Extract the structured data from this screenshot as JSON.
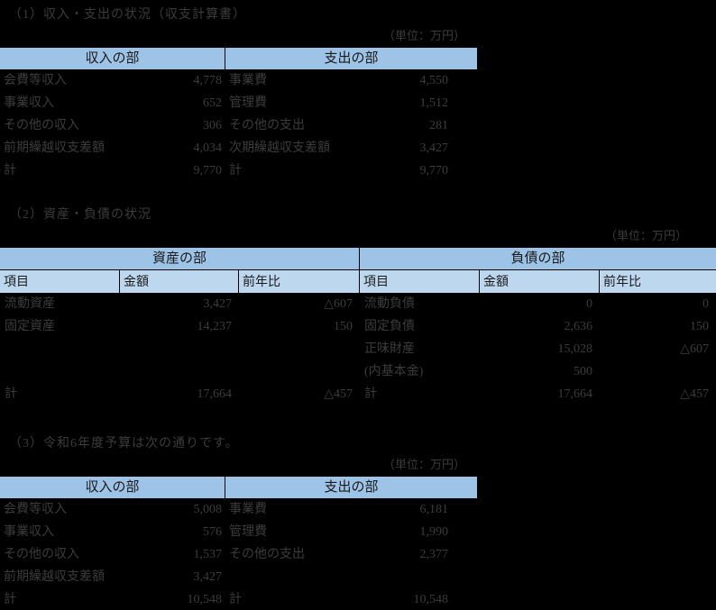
{
  "colors": {
    "background": "#000000",
    "header_blue": "#9dc3e6",
    "subheader_blue": "#bdd7ee",
    "body_text": "#3c3c3c"
  },
  "section1": {
    "title": "（1）収入・支出の状況（収支計算書）",
    "unit": "（単位：万円）",
    "table": {
      "headers": [
        "収入の部",
        "支出の部"
      ],
      "rows": [
        [
          "会費等収入",
          "4,778",
          "事業費",
          "4,550"
        ],
        [
          "事業収入",
          "652",
          "管理費",
          "1,512"
        ],
        [
          "その他の収入",
          "306",
          "その他の支出",
          "281"
        ],
        [
          "前期繰越収支差額",
          "4,034",
          "次期繰越収支差額",
          "3,427"
        ],
        [
          "計",
          "9,770",
          "計",
          "9,770"
        ]
      ]
    }
  },
  "section2": {
    "title": "（2）資産・負債の状況",
    "unit": "（単位：万円）",
    "table": {
      "group_headers": [
        "資産の部",
        "負債の部"
      ],
      "col_headers": [
        "項目",
        "金額",
        "前年比",
        "項目",
        "金額",
        "前年比"
      ],
      "rows": [
        [
          "流動資産",
          "3,427",
          "△607",
          "流動負債",
          "0",
          "0"
        ],
        [
          "固定資産",
          "14,237",
          "150",
          "固定負債",
          "2,636",
          "150"
        ],
        [
          "",
          "",
          "",
          "正味財産",
          "15,028",
          "△607"
        ],
        [
          "",
          "",
          "",
          "(内基本金)",
          "500",
          ""
        ],
        [
          "計",
          "17,664",
          "△457",
          "計",
          "17,664",
          "△457"
        ]
      ]
    }
  },
  "section3": {
    "title": "（3）令和6年度予算は次の通りです。",
    "unit": "（単位：万円）",
    "table": {
      "headers": [
        "収入の部",
        "支出の部"
      ],
      "rows": [
        [
          "会費等収入",
          "5,008",
          "事業費",
          "6,181"
        ],
        [
          "事業収入",
          "576",
          "管理費",
          "1,990"
        ],
        [
          "その他の収入",
          "1,537",
          "その他の支出",
          "2,377"
        ],
        [
          "前期繰越収支差額",
          "3,427",
          "",
          ""
        ],
        [
          "計",
          "10,548",
          "計",
          "10,548"
        ]
      ]
    }
  }
}
